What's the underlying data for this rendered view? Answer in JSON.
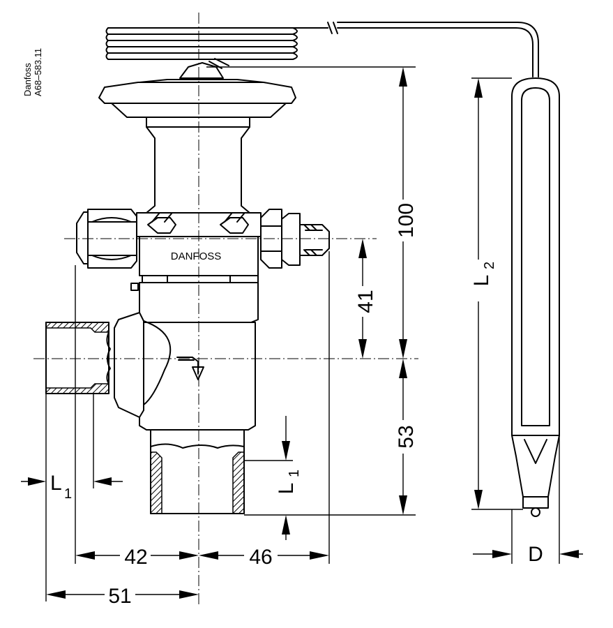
{
  "drawing_note": {
    "line1": "Danfoss",
    "line2": "A68–583.11"
  },
  "valve": {
    "brand_label": "DANFOSS"
  },
  "dimensions": {
    "height_top": "100",
    "height_mid": "41",
    "height_bottom": "53",
    "width_left": "42",
    "width_right": "46",
    "width_total": "51",
    "length_outlet": {
      "main": "L",
      "sub": "1"
    },
    "length_inlet": {
      "main": "L",
      "sub": "1"
    },
    "bulb_length": {
      "main": "L",
      "sub": "2"
    },
    "bulb_diameter": "D"
  }
}
